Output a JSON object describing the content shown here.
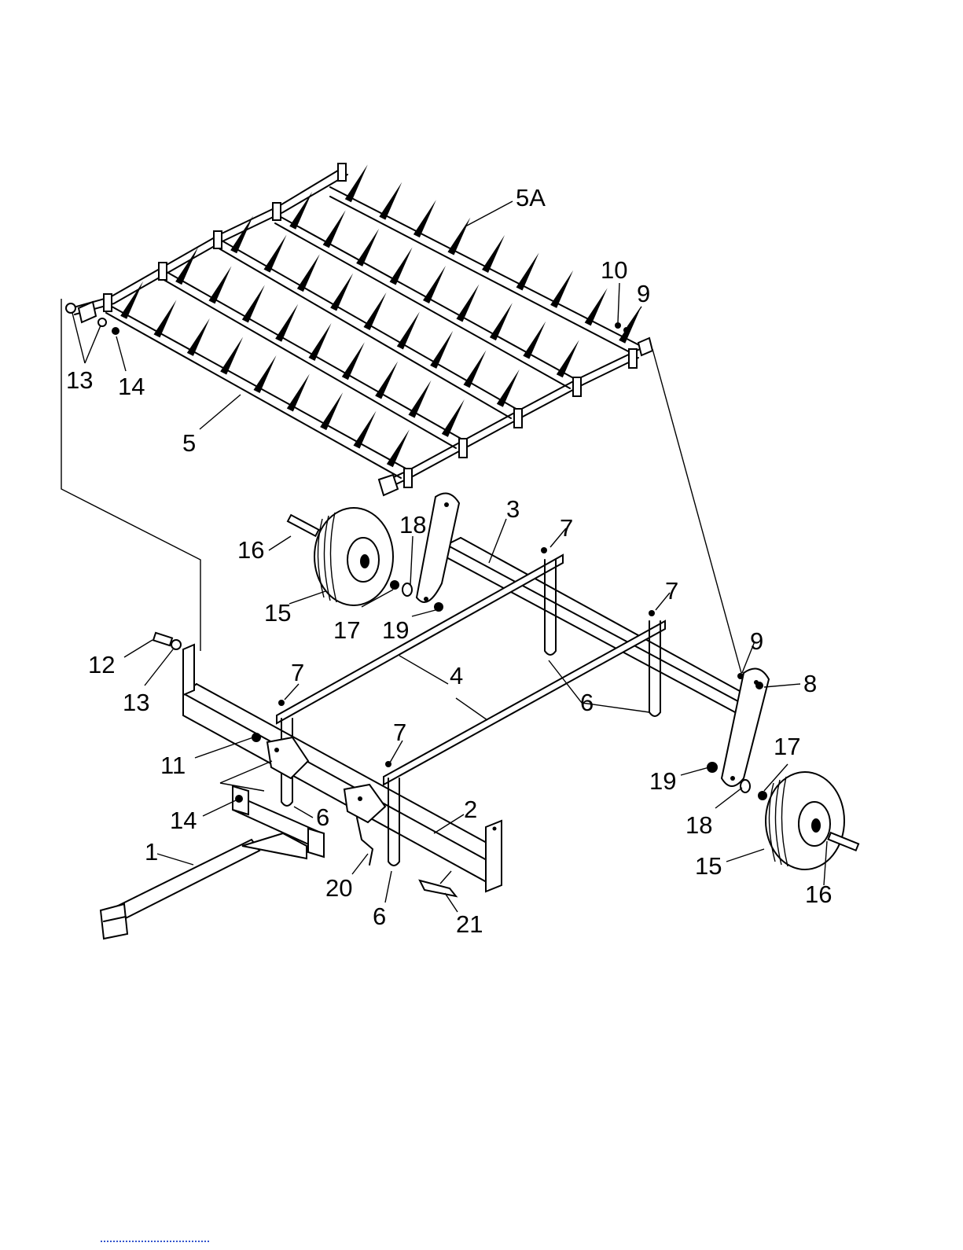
{
  "callouts": [
    {
      "id": "c5a",
      "label": "5A"
    },
    {
      "id": "c10",
      "label": "10"
    },
    {
      "id": "c9a",
      "label": "9"
    },
    {
      "id": "c13a",
      "label": "13"
    },
    {
      "id": "c14a",
      "label": "14"
    },
    {
      "id": "c5",
      "label": "5"
    },
    {
      "id": "c3",
      "label": "3"
    },
    {
      "id": "c18a",
      "label": "18"
    },
    {
      "id": "c7a",
      "label": "7"
    },
    {
      "id": "c16a",
      "label": "16"
    },
    {
      "id": "c15a",
      "label": "15"
    },
    {
      "id": "c17a",
      "label": "17"
    },
    {
      "id": "c19a",
      "label": "19"
    },
    {
      "id": "c7b",
      "label": "7"
    },
    {
      "id": "c12",
      "label": "12"
    },
    {
      "id": "c13b",
      "label": "13"
    },
    {
      "id": "c7c",
      "label": "7"
    },
    {
      "id": "c4a",
      "label": "4"
    },
    {
      "id": "c9b",
      "label": "9"
    },
    {
      "id": "c8",
      "label": "8"
    },
    {
      "id": "c6a",
      "label": "6"
    },
    {
      "id": "c4b",
      "label": "4"
    },
    {
      "id": "c11",
      "label": "11"
    },
    {
      "id": "c7d",
      "label": "7"
    },
    {
      "id": "c17b",
      "label": "17"
    },
    {
      "id": "c19b",
      "label": "19"
    },
    {
      "id": "c14b",
      "label": "14"
    },
    {
      "id": "c6b",
      "label": "6"
    },
    {
      "id": "c2",
      "label": "2"
    },
    {
      "id": "c18b",
      "label": "18"
    },
    {
      "id": "c1",
      "label": "1"
    },
    {
      "id": "c20",
      "label": "20"
    },
    {
      "id": "c15b",
      "label": "15"
    },
    {
      "id": "c16b",
      "label": "16"
    },
    {
      "id": "c6c",
      "label": "6"
    },
    {
      "id": "c21",
      "label": "21"
    }
  ],
  "colors": {
    "ink": "#000000",
    "paper": "#ffffff"
  }
}
